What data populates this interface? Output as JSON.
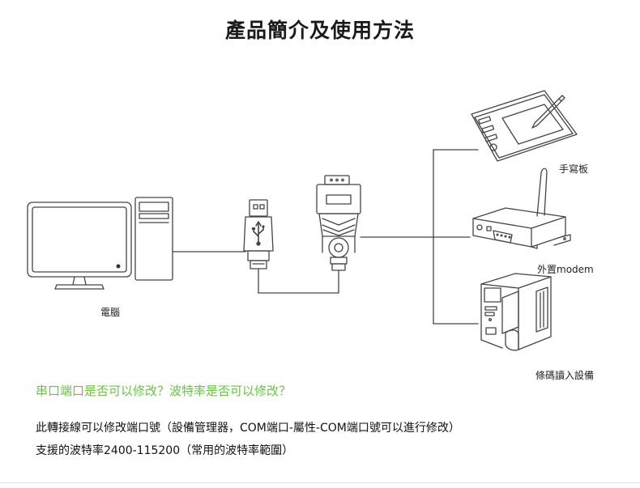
{
  "title": "產品簡介及使用方法",
  "labels": {
    "computer": "電腦",
    "tablet": "手寫板",
    "modem": "外置modem",
    "barcode": "條碼讀入設備"
  },
  "question": "串口端口是否可以修改？波特率是否可以修改？",
  "description": [
    "此轉接線可以修改端口號（設備管理器，COM端口-屬性-COM端口號可以進行修改）",
    "支援的波特率2400-115200（常用的波特率範圍）"
  ],
  "colors": {
    "accent_green": "#6cc04a",
    "line": "#444444"
  },
  "icons": [
    "monitor-icon",
    "pc-tower-icon",
    "usb-plug-icon",
    "usb-symbol-icon",
    "db9-connector-icon",
    "graphics-tablet-icon",
    "stylus-icon",
    "modem-icon",
    "antenna-icon",
    "barcode-printer-icon"
  ]
}
